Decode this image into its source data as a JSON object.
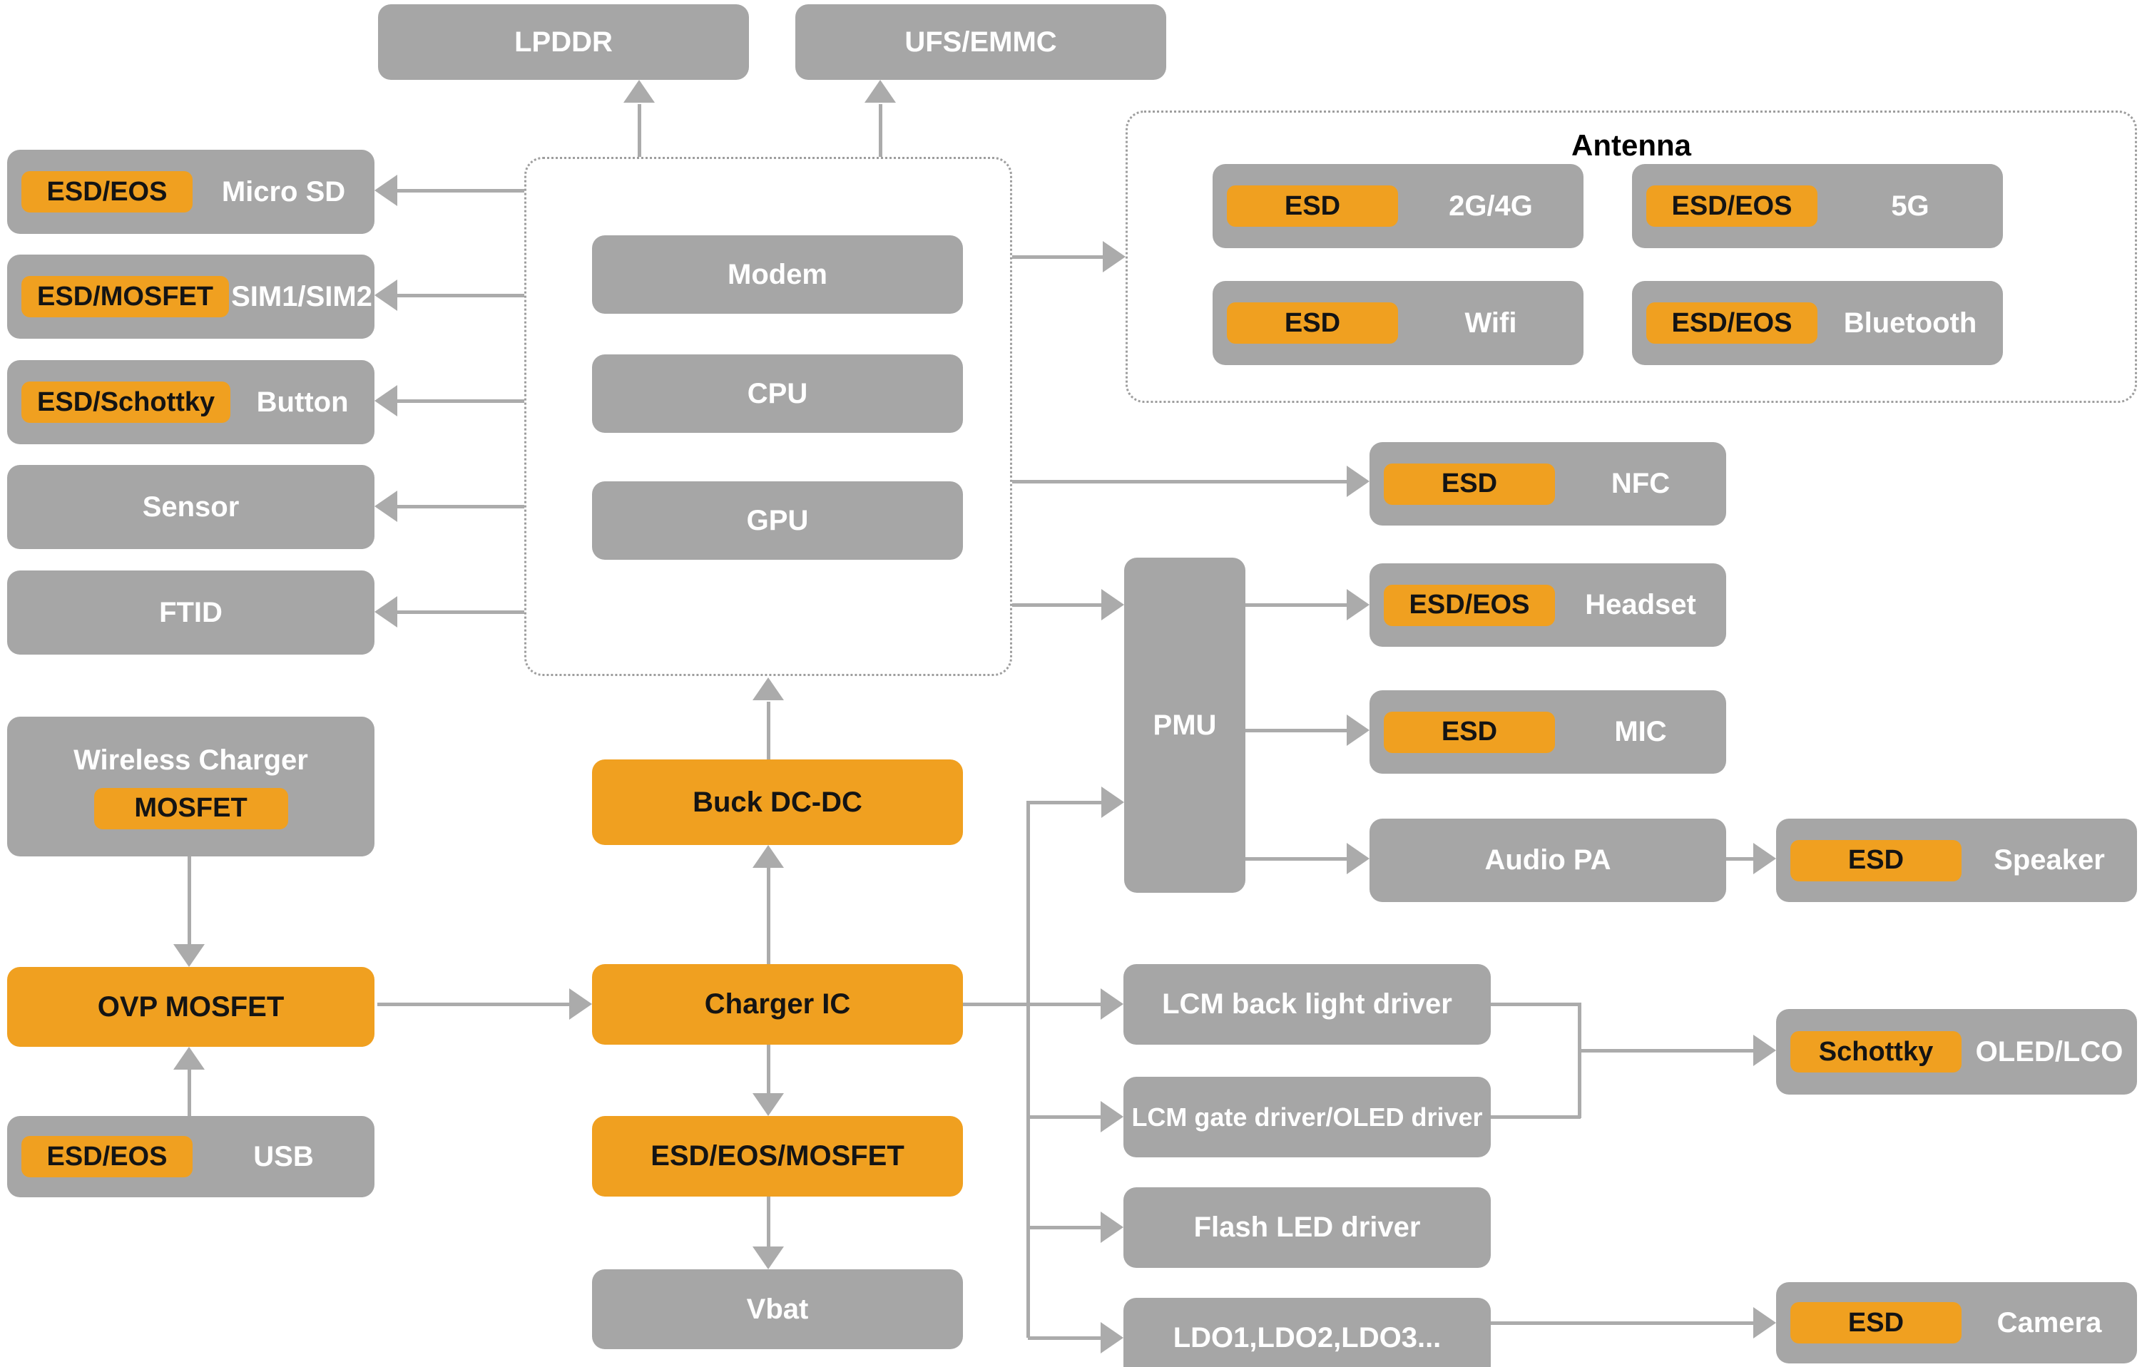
{
  "colors": {
    "box_grey": "#A6A6A6",
    "accent_orange": "#F0A020",
    "line_grey": "#ABABAB",
    "dotted_border": "#9E9E9E",
    "label_on_grey": "#FFFFFF",
    "label_on_orange": "#141414",
    "canvas_bg": "#FFFFFF"
  },
  "groups": {
    "antenna": {
      "title": "Antenna"
    }
  },
  "nodes": {
    "lpddr": {
      "label": "LPDDR"
    },
    "ufs_emmc": {
      "label": "UFS/EMMC"
    },
    "micro_sd": {
      "label": "Micro SD",
      "badge": "ESD/EOS"
    },
    "sim1_sim2": {
      "label": "SIM1/SIM2",
      "badge": "ESD/MOSFET"
    },
    "button": {
      "label": "Button",
      "badge": "ESD/Schottky"
    },
    "sensor": {
      "label": "Sensor"
    },
    "ftid": {
      "label": "FTID"
    },
    "wireless_charger": {
      "label": "Wireless Charger",
      "badge": "MOSFET"
    },
    "ovp_mosfet": {
      "label": "OVP MOSFET"
    },
    "usb": {
      "label": "USB",
      "badge": "ESD/EOS"
    },
    "modem": {
      "label": "Modem"
    },
    "cpu": {
      "label": "CPU"
    },
    "gpu": {
      "label": "GPU"
    },
    "buck_dcdc": {
      "label": "Buck DC-DC"
    },
    "charger_ic": {
      "label": "Charger IC"
    },
    "esd_eos_mosfet": {
      "label": "ESD/EOS/MOSFET"
    },
    "vbat": {
      "label": "Vbat"
    },
    "ant_2g4g": {
      "label": "2G/4G",
      "badge": "ESD"
    },
    "ant_5g": {
      "label": "5G",
      "badge": "ESD/EOS"
    },
    "ant_wifi": {
      "label": "Wifi",
      "badge": "ESD"
    },
    "ant_bluetooth": {
      "label": "Bluetooth",
      "badge": "ESD/EOS"
    },
    "nfc": {
      "label": "NFC",
      "badge": "ESD"
    },
    "pmu": {
      "label": "PMU"
    },
    "headset": {
      "label": "Headset",
      "badge": "ESD/EOS"
    },
    "mic": {
      "label": "MIC",
      "badge": "ESD"
    },
    "audio_pa": {
      "label": "Audio PA"
    },
    "speaker": {
      "label": "Speaker",
      "badge": "ESD"
    },
    "lcm_backlight": {
      "label": "LCM back light driver"
    },
    "lcm_gate": {
      "label": "LCM gate driver/OLED driver"
    },
    "oled_lco": {
      "label": "OLED/LCO",
      "badge": "Schottky"
    },
    "flash_led": {
      "label": "Flash LED driver"
    },
    "ldo": {
      "label": "LDO1,LDO2,LDO3..."
    },
    "camera": {
      "label": "Camera",
      "badge": "ESD"
    }
  }
}
